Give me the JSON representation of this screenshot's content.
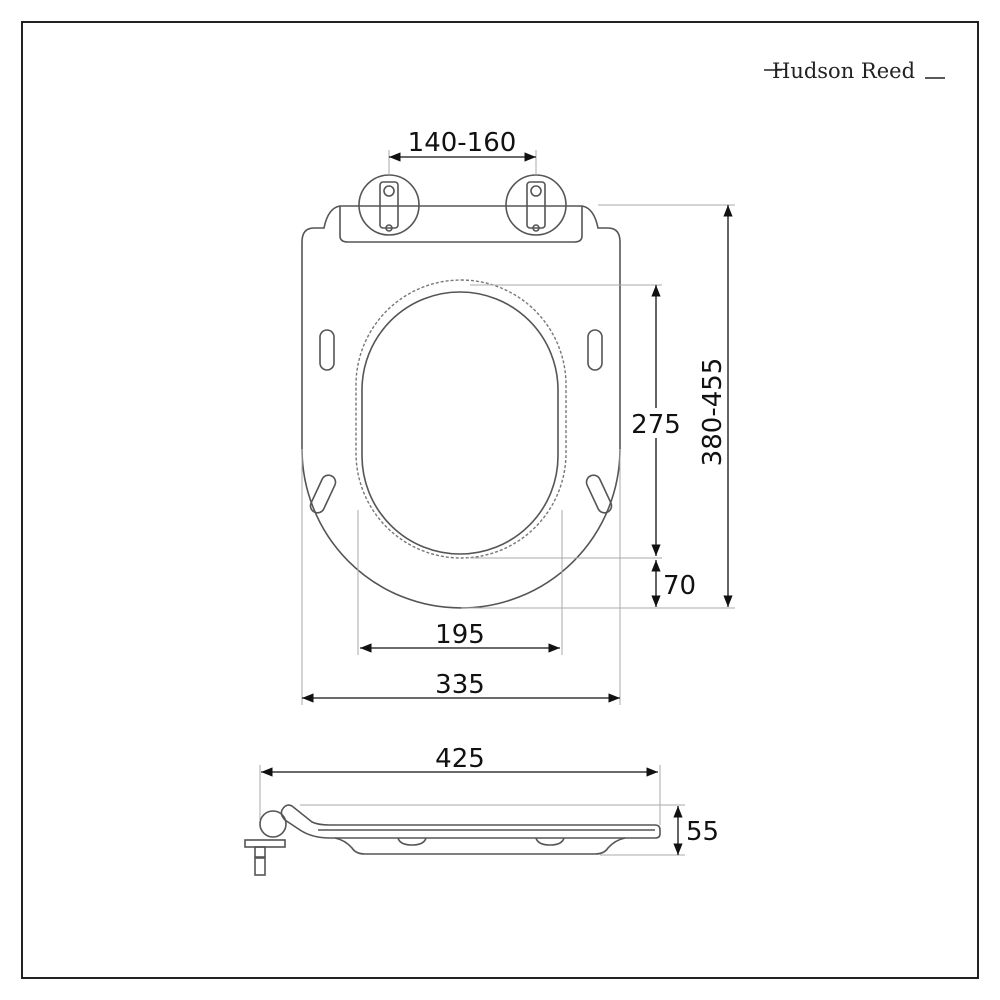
{
  "brand": {
    "logo_text": "Hudson Reed"
  },
  "dimensions": {
    "hinge_spacing": "140-160",
    "total_length": "380-455",
    "opening_length": "275",
    "front_margin": "70",
    "opening_width": "195",
    "seat_width": "335",
    "side_length": "425",
    "height": "55"
  }
}
